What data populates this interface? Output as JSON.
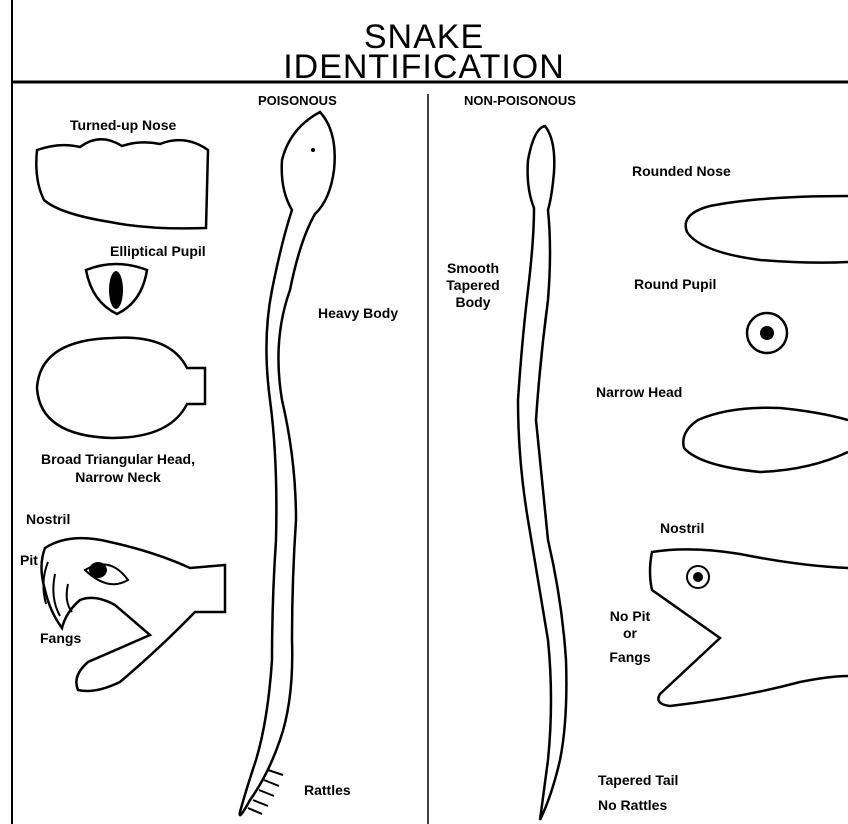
{
  "title": {
    "line1": "SNAKE",
    "line2": "IDENTIFICATION"
  },
  "columns": {
    "poisonous": "POISONOUS",
    "non_poisonous": "NON-POISONOUS"
  },
  "poisonous_labels": {
    "turned_up_nose": "Turned-up Nose",
    "elliptical_pupil": "Elliptical Pupil",
    "broad_head_line1": "Broad Triangular Head,",
    "broad_head_line2": "Narrow Neck",
    "nostril": "Nostril",
    "pit": "Pit",
    "fangs": "Fangs",
    "heavy_body": "Heavy Body",
    "rattles": "Rattles"
  },
  "non_poisonous_labels": {
    "smooth_line1": "Smooth",
    "smooth_line2": "Tapered",
    "smooth_line3": "Body",
    "rounded_nose": "Rounded Nose",
    "round_pupil": "Round Pupil",
    "narrow_head": "Narrow Head",
    "nostril": "Nostril",
    "no_pit_line1": "No Pit",
    "no_pit_line2": "or",
    "no_pit_line3": "Fangs",
    "tapered_tail": "Tapered Tail",
    "no_rattles": "No Rattles"
  }
}
